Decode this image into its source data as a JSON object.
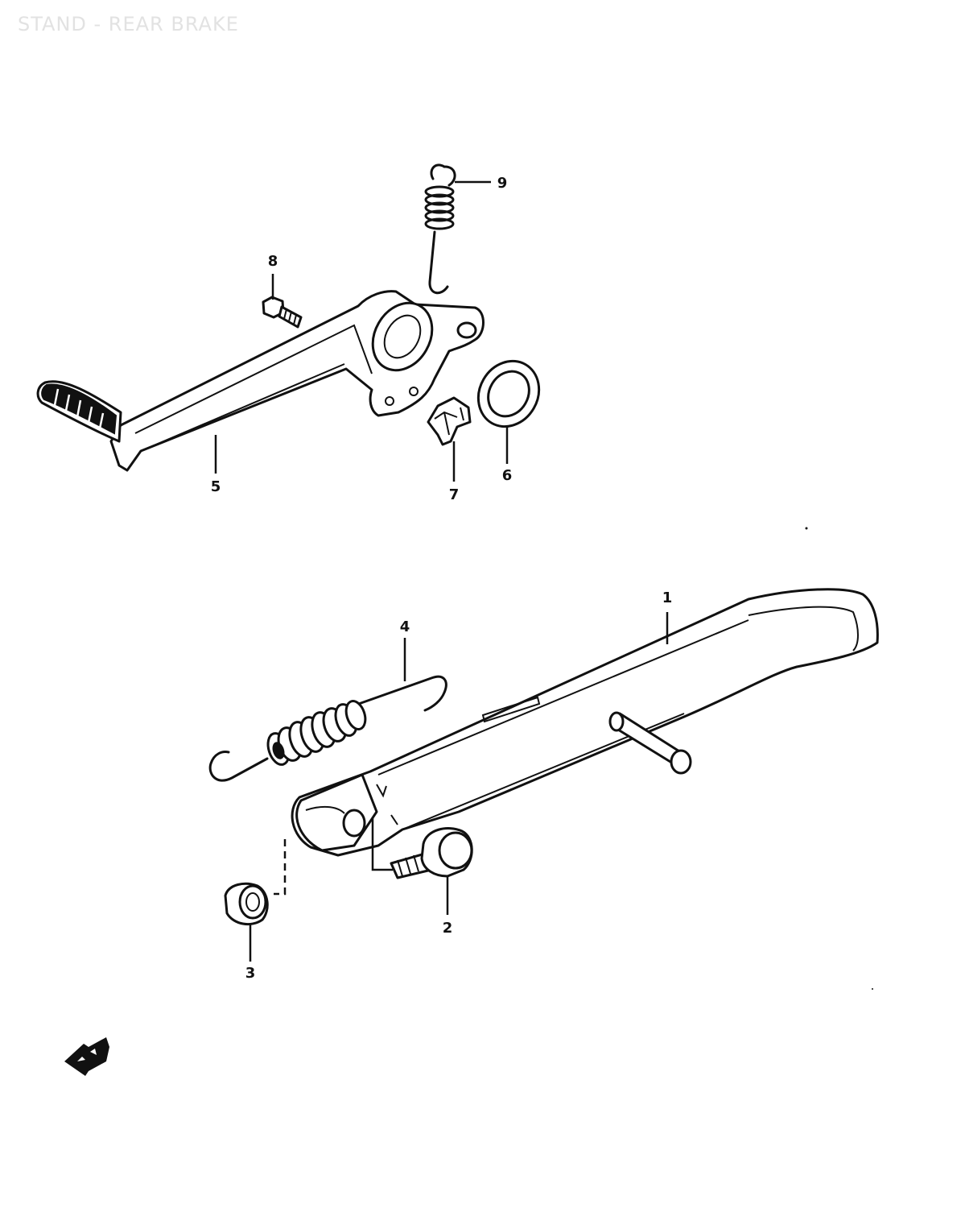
{
  "title": "STAND - REAR BRAKE",
  "callouts": [
    {
      "id": "1",
      "part": "stand"
    },
    {
      "id": "2",
      "part": "stand-bolt"
    },
    {
      "id": "3",
      "part": "stand-nut"
    },
    {
      "id": "4",
      "part": "stand-spring"
    },
    {
      "id": "5",
      "part": "rear-brake-pedal"
    },
    {
      "id": "6",
      "part": "washer"
    },
    {
      "id": "7",
      "part": "clip"
    },
    {
      "id": "8",
      "part": "pedal-bolt"
    },
    {
      "id": "9",
      "part": "pedal-return-spring"
    }
  ],
  "icons": {
    "front_indicator": "front-arrow-icon"
  },
  "colors": {
    "line": "#111111",
    "title": "#e2e2e2",
    "background": "#ffffff"
  }
}
